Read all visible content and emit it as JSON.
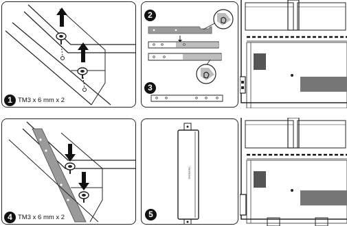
{
  "steps": [
    {
      "number": "1",
      "caption": "TM3 x 6 mm x 2"
    },
    {
      "number": "2",
      "caption": ""
    },
    {
      "number": "3",
      "caption": ""
    },
    {
      "number": "4",
      "caption": "TM3 x 6 mm x 2"
    },
    {
      "number": "5",
      "caption": ""
    }
  ],
  "cover_brand_text": "ViewSonic",
  "colors": {
    "line": "#222222",
    "bracket_gray": "#9a9a9a",
    "highlight_gray": "#bdbdbd",
    "background": "#ffffff"
  },
  "icons": [
    "up-arrow-icon",
    "down-arrow-icon",
    "screw-icon",
    "magnifier-callout-icon"
  ]
}
